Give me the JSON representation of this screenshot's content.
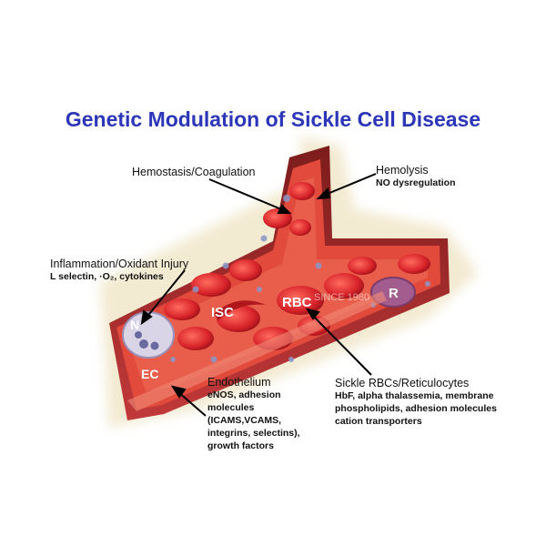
{
  "title": "Genetic Modulation of Sickle Cell Disease",
  "labels": {
    "hemostasis": {
      "heading": "Hemostasis/Coagulation"
    },
    "hemolysis": {
      "heading": "Hemolysis",
      "sub": "NO dysregulation"
    },
    "inflammation": {
      "heading": "Inflammation/Oxidant Injury",
      "sub": "L selectin, ·O₂, cytokines"
    },
    "endothelium": {
      "heading": "Endothelium",
      "sub": [
        "eNOS, adhesion",
        "molecules",
        "(ICAMS,VCAMS,",
        "integrins, selectins),",
        "growth factors"
      ]
    },
    "sickle": {
      "heading": "Sickle RBCs/Reticulocytes",
      "sub": [
        "HbF, alpha thalassemia, membrane",
        "phospholipids, adhesion molecules",
        "cation transporters"
      ]
    }
  },
  "cell_labels": {
    "n": "N",
    "isc": "ISC",
    "rbc": "RBC",
    "r": "R",
    "ec": "EC"
  },
  "watermark": "SINCE 1980",
  "colors": {
    "title": "#2b36b8",
    "vessel": "#b52a2a",
    "vessel_inner": "#e04a3c",
    "cell": "#d8232a"
  }
}
